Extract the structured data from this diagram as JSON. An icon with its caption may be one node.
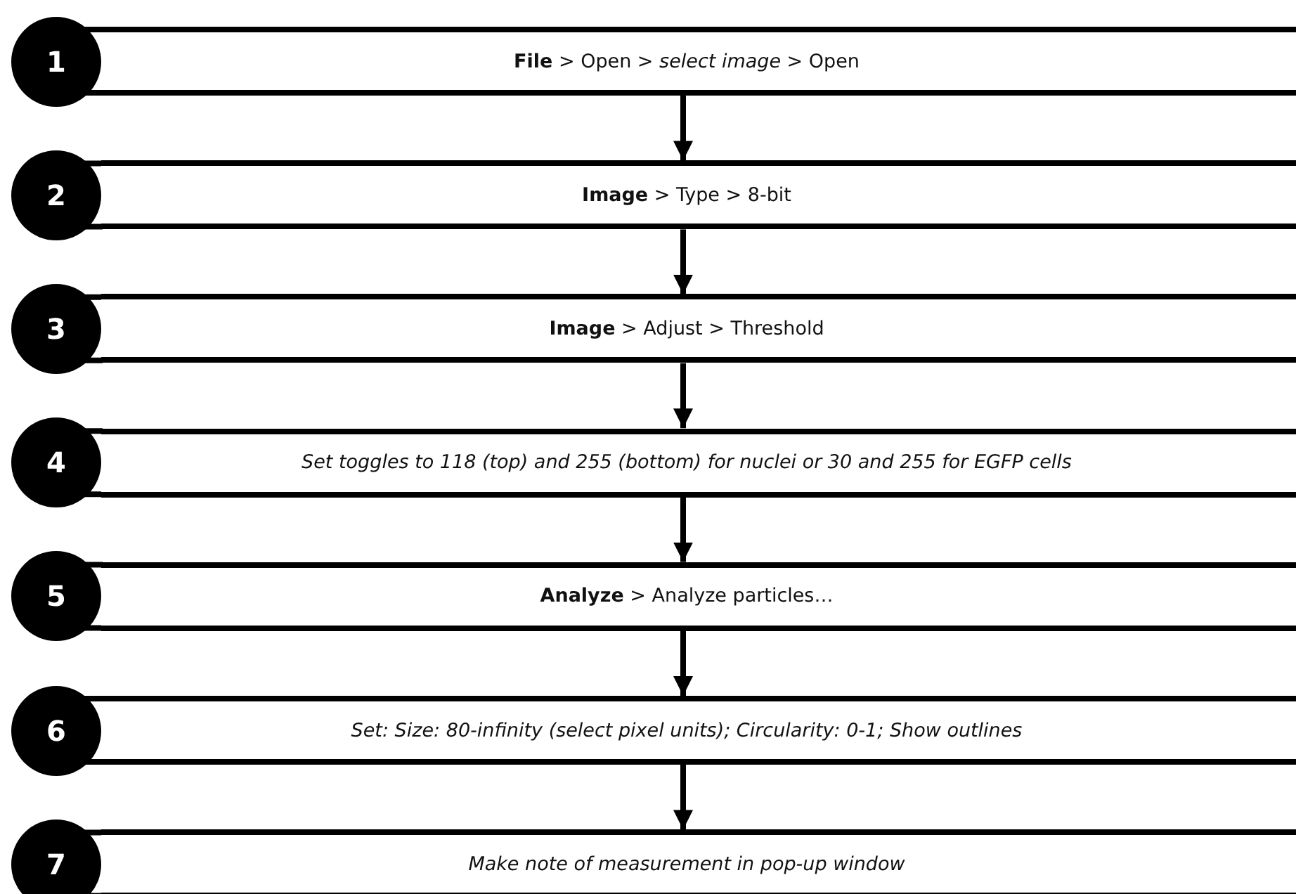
{
  "diagram": {
    "nodes": [
      {
        "text": [
          "1"
        ]
      },
      {
        "text": [
          "**File** > Open > *select image* > Open"
        ]
      },
      {
        "text": [
          "2"
        ]
      },
      {
        "text": [
          "**Image** > Type > 8-bit"
        ]
      },
      {
        "text": [
          "3"
        ]
      },
      {
        "text": [
          "**Image** > Adjust > Threshold"
        ]
      },
      {
        "text": [
          "4"
        ]
      },
      {
        "text": [
          "*Set toggles to 118 (top) and 255 (bottom) for nuclei or 30 and 255 for EGFP cells*"
        ]
      },
      {
        "text": [
          "5"
        ]
      },
      {
        "text": [
          "**Analyze** > Analyze particles…"
        ]
      },
      {
        "text": [
          "6"
        ]
      },
      {
        "text": [
          "*Set: Size: 80-infinity (select pixel units); Circularity: 0-1; Show outlines*"
        ]
      },
      {
        "text": [
          "7"
        ]
      },
      {
        "text": [
          "*Make note of measurement in pop-up window*"
        ]
      }
    ],
    "edges": [
      {
        "from": 1,
        "to": 3,
        "arrow": "to"
      },
      {
        "from": 3,
        "to": 5,
        "arrow": "to"
      },
      {
        "from": 5,
        "to": 7,
        "arrow": "to"
      },
      {
        "from": 7,
        "to": 9,
        "arrow": "to"
      },
      {
        "from": 9,
        "to": 11,
        "arrow": "to"
      },
      {
        "from": 11,
        "to": 13,
        "arrow": "to"
      }
    ]
  }
}
